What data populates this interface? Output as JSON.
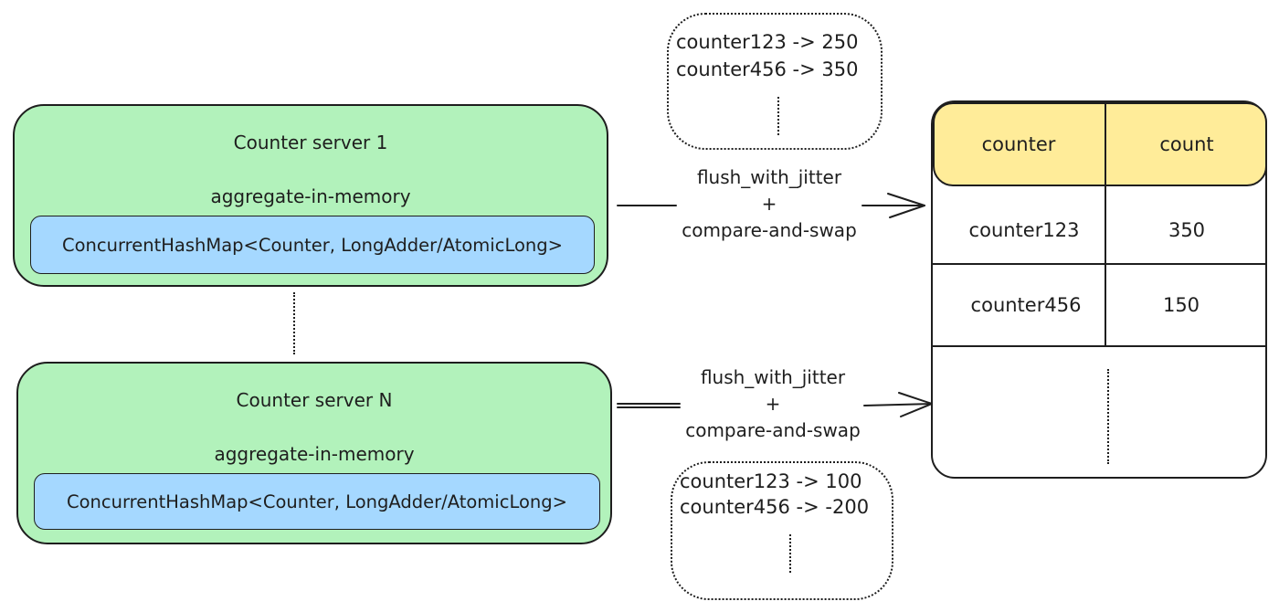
{
  "servers": [
    {
      "title": "Counter server 1",
      "subtitle": "aggregate-in-memory",
      "map_type": "ConcurrentHashMap<Counter, LongAdder/AtomicLong>"
    },
    {
      "title": "Counter server N",
      "subtitle": "aggregate-in-memory",
      "map_type": "ConcurrentHashMap<Counter, LongAdder/AtomicLong>"
    }
  ],
  "buffers": [
    {
      "lines": [
        "counter123 -> 250",
        "counter456 -> 350"
      ]
    },
    {
      "lines": [
        "counter123 -> 100",
        "counter456 -> -200"
      ]
    }
  ],
  "arrows": [
    {
      "line1": "flush_with_jitter",
      "line2": "+",
      "line3": "compare-and-swap"
    },
    {
      "line1": "flush_with_jitter",
      "line2": "+",
      "line3": "compare-and-swap"
    }
  ],
  "table": {
    "headers": [
      "counter",
      "count"
    ],
    "rows": [
      [
        "counter123",
        "350"
      ],
      [
        "counter456",
        "150"
      ]
    ]
  },
  "colors": {
    "server_fill": "#b2f2bb",
    "map_fill": "#a5d8ff",
    "header_fill": "#ffec99",
    "stroke": "#1e1e1e"
  }
}
